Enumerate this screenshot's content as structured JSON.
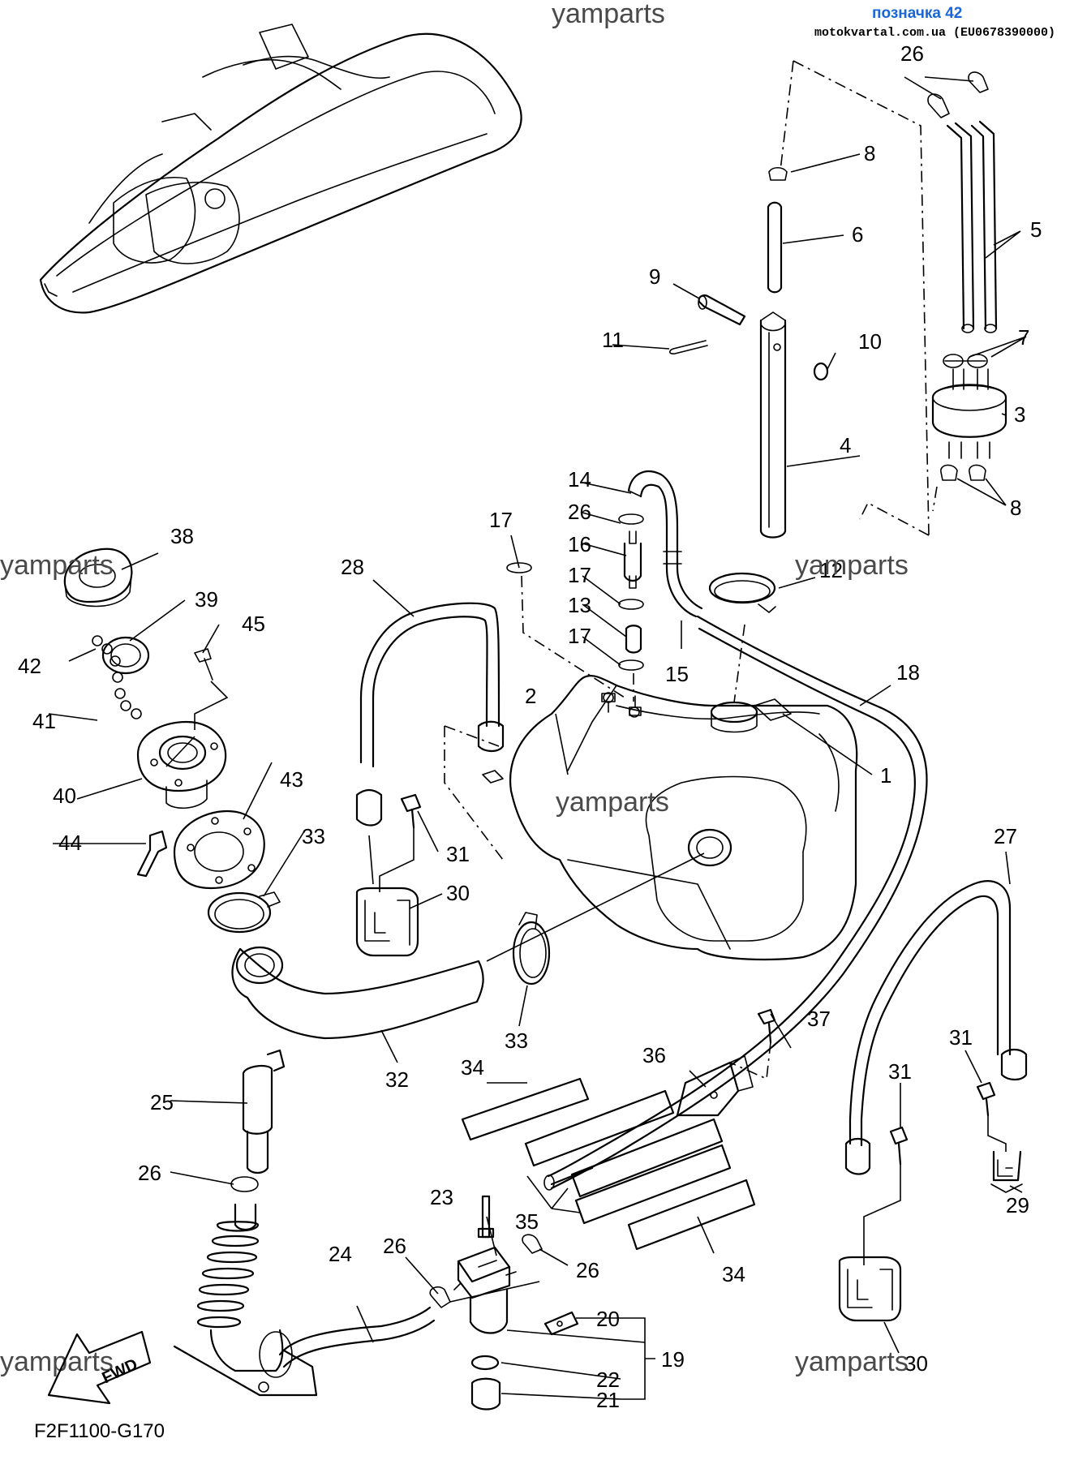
{
  "header": {
    "watermark_top": "yamparts",
    "ref_link": "позначка 42",
    "site": "motokvartal.com.ua (EU0678390000)"
  },
  "watermarks": [
    "yamparts",
    "yamparts",
    "yamparts",
    "yamparts",
    "yamparts"
  ],
  "diagram_code": "F2F1100-G170",
  "fwd_label": "FWD",
  "callouts": [
    "1",
    "2",
    "3",
    "4",
    "5",
    "6",
    "7",
    "8",
    "8",
    "9",
    "10",
    "11",
    "12",
    "13",
    "14",
    "15",
    "16",
    "17",
    "17",
    "17",
    "18",
    "19",
    "20",
    "21",
    "22",
    "23",
    "24",
    "25",
    "26",
    "26",
    "26",
    "26",
    "26",
    "27",
    "28",
    "29",
    "30",
    "30",
    "31",
    "31",
    "31",
    "32",
    "33",
    "33",
    "34",
    "34",
    "35",
    "36",
    "37",
    "38",
    "39",
    "40",
    "41",
    "42",
    "43",
    "44",
    "45"
  ]
}
